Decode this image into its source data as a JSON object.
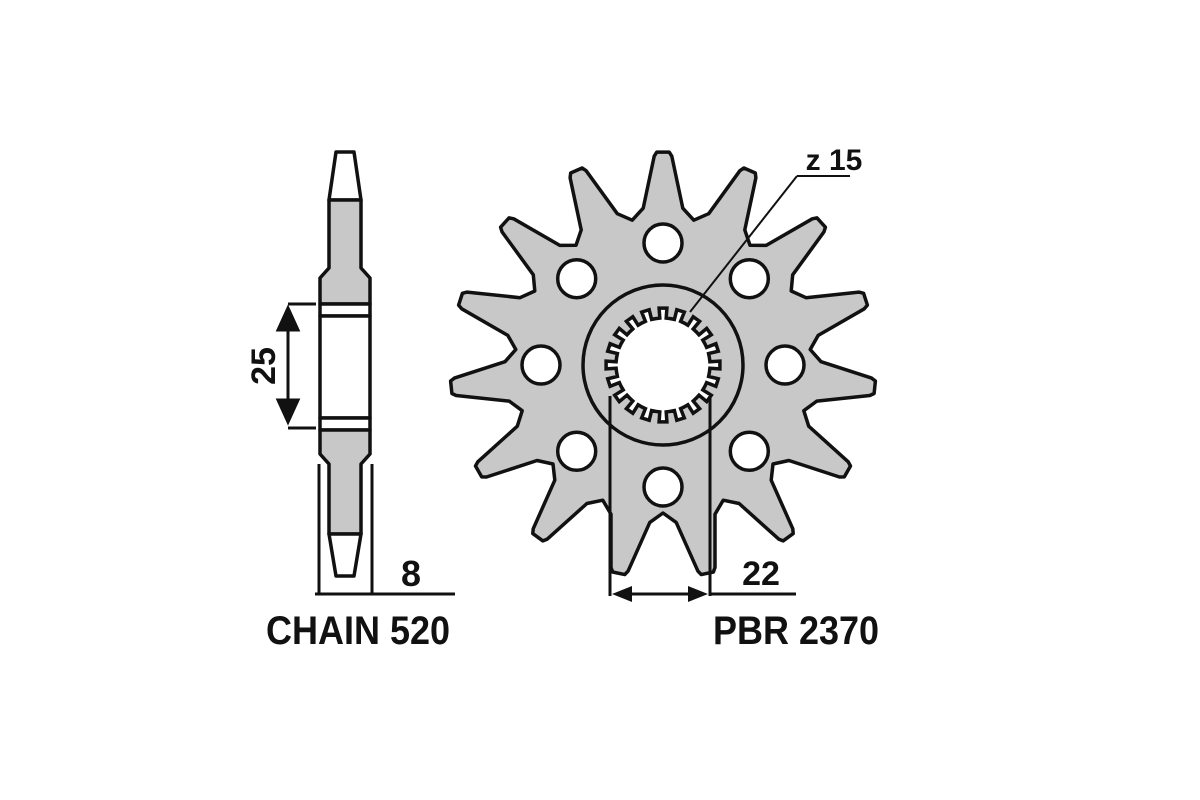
{
  "side_view": {
    "dimension_hub": "25",
    "dimension_thickness": "8",
    "caption": "CHAIN 520"
  },
  "front_view": {
    "teeth_label": "z 15",
    "teeth_count": 15,
    "dimension_width": "22",
    "caption": "PBR 2370",
    "bolt_holes": 8,
    "spline_teeth": 20
  },
  "colors": {
    "fill": "#c8c8c8",
    "stroke": "#111111",
    "background": "#ffffff"
  }
}
